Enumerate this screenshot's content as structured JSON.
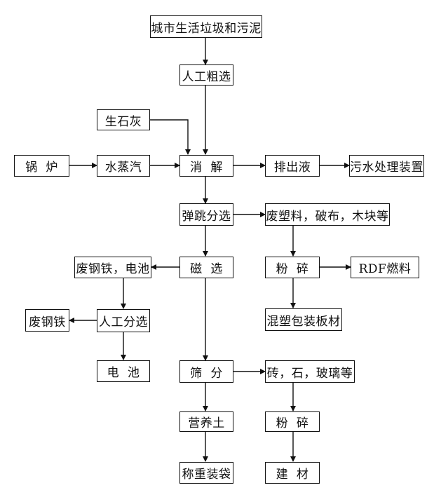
{
  "nodes": {
    "source": "城市生活垃圾和污泥",
    "manual_coarse_sort": "人工粗选",
    "quicklime": "生石灰",
    "boiler": "锅  炉",
    "steam": "水蒸汽",
    "digestion": "消  解",
    "discharge_liquid": "排出液",
    "sewage_treatment": "污水处理装置",
    "bounce_sort": "弹跳分选",
    "waste_plastics": "废塑料，破布，木块等",
    "scrap_iron_battery": "废钢铁，电池",
    "magnetic_sort": "磁  选",
    "crush1": "粉  碎",
    "rdf_fuel": "RDF燃料",
    "scrap_iron": "废钢铁",
    "manual_sort": "人工分选",
    "mixed_board": "混塑包装板材",
    "battery": "电  池",
    "screening": "筛  分",
    "brick_stone_glass": "砖，石，玻璃等",
    "nutrient_soil": "营养土",
    "crush2": "粉  碎",
    "weigh_pack": "称重装袋",
    "building_material": "建  材"
  }
}
